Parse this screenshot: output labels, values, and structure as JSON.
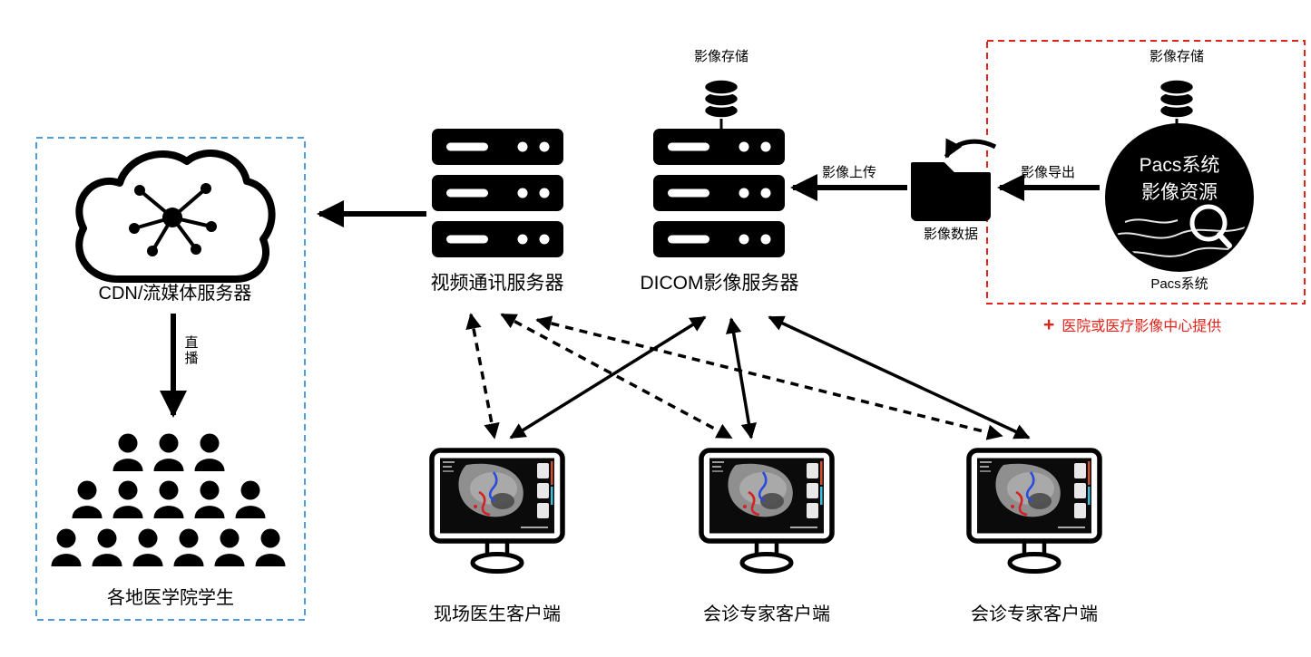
{
  "colors": {
    "red": "#e2231a",
    "blue": "#4f9bdb",
    "black": "#000000"
  },
  "pacs_section": {
    "storage_label": "影像存储",
    "circle_line1": "Pacs系统",
    "circle_line2": "影像资源",
    "caption": "Pacs系统",
    "note_plus": "+",
    "note_text": "医院或医疗影像中心提供"
  },
  "flow": {
    "export_label": "影像导出",
    "data_label": "影像数据",
    "upload_label": "影像上传",
    "live_label": "直播"
  },
  "dicom_server": {
    "storage_label": "影像存储",
    "label": "DICOM影像服务器"
  },
  "video_server": {
    "label": "视频通讯服务器"
  },
  "cdn": {
    "label": "CDN/流媒体服务器"
  },
  "students": {
    "label": "各地医学院学生"
  },
  "clients": [
    {
      "label": "现场医生客户端"
    },
    {
      "label": "会诊专家客户端"
    },
    {
      "label": "会诊专家客户端"
    }
  ]
}
